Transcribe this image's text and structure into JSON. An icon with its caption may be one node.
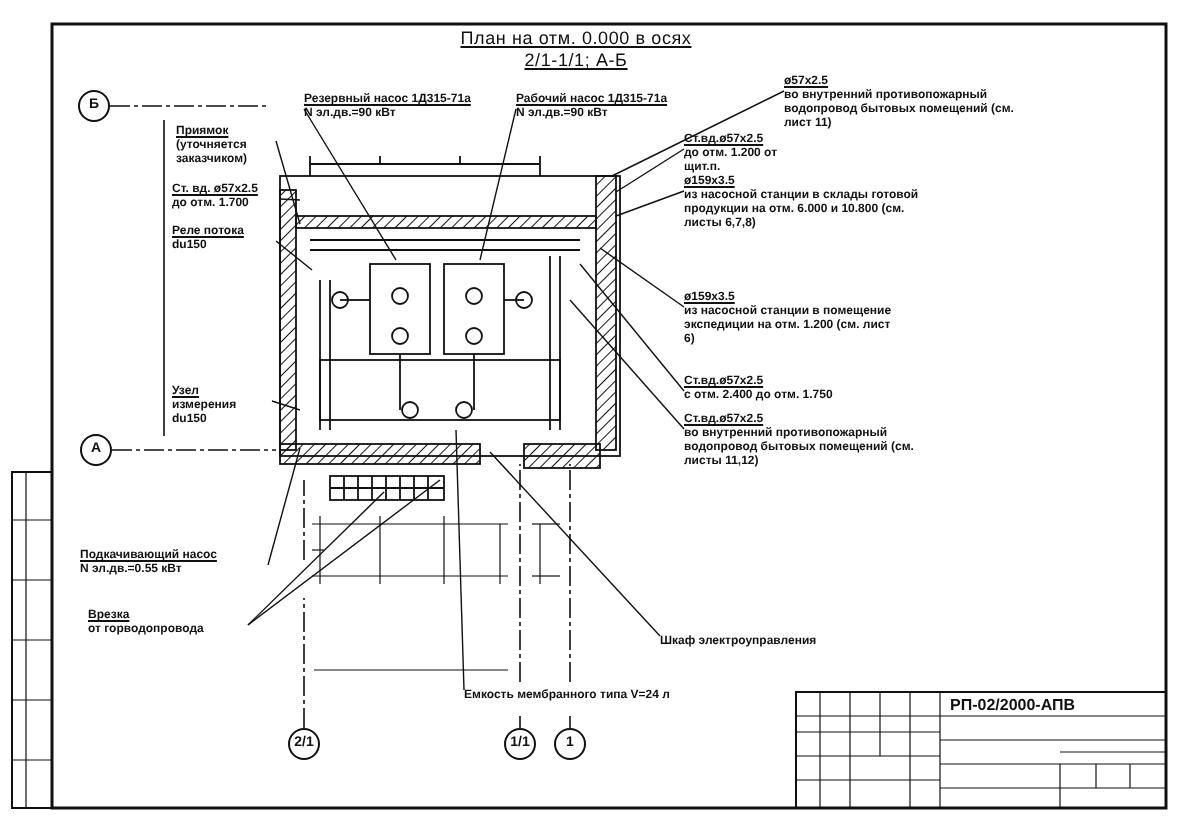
{
  "diagram": {
    "title": "План на отм. 0.000 в осях 2/1-1/1; А-Б",
    "nodes": [
      {
        "text": [
          "Б"
        ]
      },
      {
        "text": [
          "А"
        ]
      },
      {
        "text": [
          "2/1"
        ]
      },
      {
        "text": [
          "1/1"
        ]
      },
      {
        "text": [
          "1"
        ]
      },
      {
        "text": [
          "Резервный насос 1Д315-71а",
          "N эл.дв.=90 кВт"
        ]
      },
      {
        "text": [
          "Рабочий насос 1Д315-71а",
          "N эл.дв.=90 кВт"
        ]
      },
      {
        "text": [
          "Приямок",
          "(уточняется заказчиком)"
        ]
      },
      {
        "text": [
          "Ст. вд. ø57х2.5",
          "до отм. 1.700"
        ]
      },
      {
        "text": [
          "Реле потока",
          "du150"
        ]
      },
      {
        "text": [
          "Узел",
          "измерения du150"
        ]
      },
      {
        "text": [
          "Подкачивающий насос",
          "N эл.дв.=0.55 кВт"
        ]
      },
      {
        "text": [
          "Врезка",
          "от горводопровода"
        ]
      },
      {
        "text": [
          "Емкость мембранного типа V=24 л"
        ]
      },
      {
        "text": [
          "Шкаф электроуправления"
        ]
      },
      {
        "text": [
          "ø57х2.5",
          "во внутренний противопожарный водопровод бытовых помещений (см. лист 11)"
        ]
      },
      {
        "text": [
          "Ст.вд.ø57х2.5",
          "до отм. 1.200 от щит.п."
        ]
      },
      {
        "text": [
          "ø159х3.5",
          "из насосной станции в склады готовой продукции на отм. 6.000 и 10.800 (см. листы 6,7,8)"
        ]
      },
      {
        "text": [
          "ø159х3.5",
          "из насосной станции в помещение экспедиции на отм. 1.200 (см. лист 6)"
        ]
      },
      {
        "text": [
          "Ст.вд.ø57х2.5",
          "с отм. 2.400 до отм. 1.750"
        ]
      },
      {
        "text": [
          "Ст.вд.ø57х2.5",
          "во внутренний противопожарный водопровод бытовых помещений (см. листы 11,12)"
        ]
      }
    ],
    "edges": [
      {
        "from": 5,
        "to": null,
        "arrow": "none"
      },
      {
        "from": 6,
        "to": null,
        "arrow": "none"
      },
      {
        "from": 7,
        "to": null,
        "arrow": "none"
      },
      {
        "from": 8,
        "to": null,
        "arrow": "none"
      },
      {
        "from": 9,
        "to": null,
        "arrow": "none"
      },
      {
        "from": 10,
        "to": null,
        "arrow": "none"
      },
      {
        "from": 11,
        "to": null,
        "arrow": "none"
      },
      {
        "from": 12,
        "to": null,
        "arrow": "none"
      },
      {
        "from": 12,
        "to": null,
        "arrow": "none"
      },
      {
        "from": 13,
        "to": null,
        "arrow": "none"
      },
      {
        "from": 14,
        "to": null,
        "arrow": "none"
      },
      {
        "from": 15,
        "to": null,
        "arrow": "none"
      },
      {
        "from": 16,
        "to": null,
        "arrow": "none"
      },
      {
        "from": 17,
        "to": null,
        "arrow": "none"
      },
      {
        "from": 18,
        "to": null,
        "arrow": "none"
      },
      {
        "from": 19,
        "to": null,
        "arrow": "none"
      },
      {
        "from": 20,
        "to": null,
        "arrow": "none"
      }
    ],
    "labels": [
      "РП-02/2000-АПВ"
    ]
  }
}
